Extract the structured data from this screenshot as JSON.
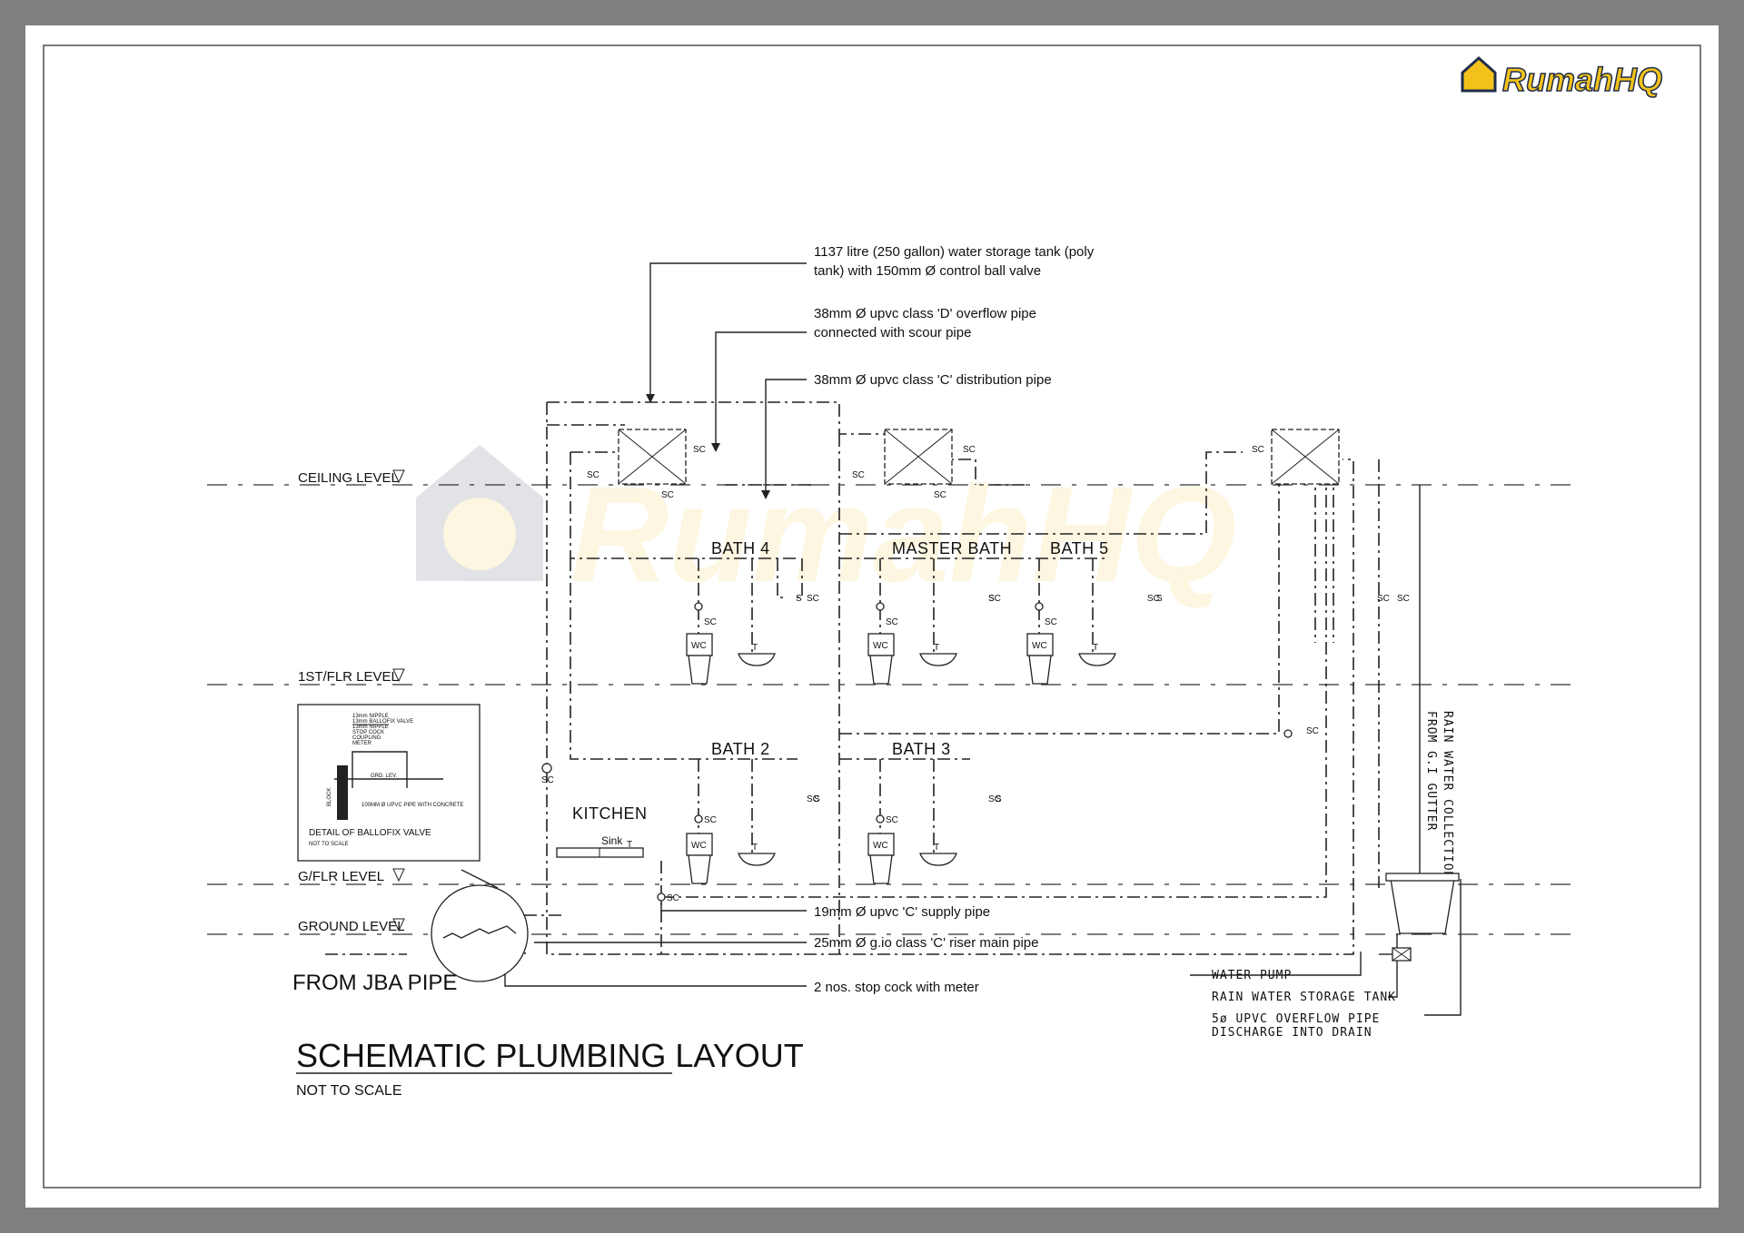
{
  "title": "SCHEMATIC PLUMBING LAYOUT",
  "subtitle": "NOT TO SCALE",
  "logo_text": "RumahHQ",
  "colors": {
    "background": "#7f7f7f",
    "sheet": "#ffffff",
    "ink": "#222222",
    "logo_yellow": "#f2c21b",
    "logo_navy": "#1f2d4a"
  },
  "levels": {
    "ceiling": "CEILING LEVEL",
    "first": "1ST/FLR LEVEL",
    "ground_floor": "G/FLR LEVEL",
    "ground": "GROUND LEVEL"
  },
  "rooms": {
    "bath4": "BATH 4",
    "master": "MASTER BATH",
    "bath5": "BATH 5",
    "bath2": "BATH 2",
    "bath3": "BATH 3",
    "kitchen": "KITCHEN",
    "sink": "Sink"
  },
  "notes": {
    "tank_l1": "1137 litre (250 gallon) water storage tank (poly",
    "tank_l2": "tank) with 150mm Ø control ball valve",
    "overflow_l1": "38mm Ø upvc class 'D' overflow pipe",
    "overflow_l2": "connected with scour pipe",
    "distribution": "38mm Ø upvc class 'C' distribution pipe",
    "supply": "19mm Ø upvc 'C' supply pipe",
    "riser": "25mm Ø g.io class 'C' riser main pipe",
    "stopcock": "2 nos. stop cock with meter",
    "from_jba": "FROM JBA PIPE",
    "pump": "WATER PUMP",
    "rain_tank": "RAIN WATER STORAGE TANK",
    "overflow_drain_l1": "5ø UPVC OVERFLOW PIPE",
    "overflow_drain_l2": "DISCHARGE INTO DRAIN",
    "rain_collect_l1": "RAIN WATER COLLECTION",
    "rain_collect_l2": "FROM G.I GUTTER"
  },
  "detail": {
    "title": "DETAIL OF BALLOFIX VALVE",
    "scale": "NOT TO SCALE",
    "items": [
      "13mm NIPPLE",
      "13mm BALLOFIX VALVE",
      "13mm NIPPLE",
      "STOP COCK",
      "COUPLING",
      "METER"
    ],
    "grd": "GRD. LEV.",
    "pipe": "100MM Ø UPVC PIPE WITH CONCRETE",
    "block": "BLOCK"
  },
  "symbols": {
    "sc": "SC",
    "wc": "WC",
    "s": "S",
    "t": "T"
  }
}
